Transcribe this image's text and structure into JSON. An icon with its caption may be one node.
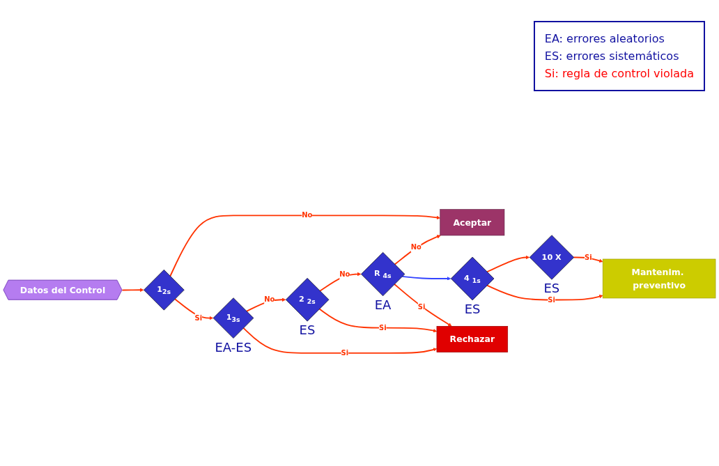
{
  "diagram": {
    "nodes": [
      {
        "text": [
          "Datos del Control"
        ]
      },
      {
        "text": [
          "1$_{2s}$"
        ]
      },
      {
        "text": [
          "Aceptar"
        ]
      },
      {
        "text": [
          "1$_{3s}$"
        ],
        "beside": [
          "EA-ES"
        ]
      },
      {
        "text": [
          "2 $_{2s}$"
        ],
        "beside": [
          "ES"
        ]
      },
      {
        "text": [
          "R $_{4s}$"
        ],
        "beside": [
          "EA"
        ]
      },
      {
        "text": [
          "4 $_{1s}$"
        ],
        "beside": [
          "ES"
        ]
      },
      {
        "text": [
          "10 X"
        ],
        "beside": [
          "ES"
        ]
      },
      {
        "text": [
          "Rechazar"
        ]
      },
      {
        "text": [
          "Mantenim. preventivo"
        ]
      }
    ],
    "edges": [
      {
        "from": 0,
        "to": 1,
        "arrow": "to"
      },
      {
        "from": 1,
        "to": 2,
        "arrow": "to",
        "label": "No"
      },
      {
        "from": 1,
        "to": 3,
        "arrow": "to",
        "label": "Si"
      },
      {
        "from": 3,
        "to": 4,
        "arrow": "to",
        "label": "No"
      },
      {
        "from": 4,
        "to": 5,
        "arrow": "to",
        "label": "No"
      },
      {
        "from": 5,
        "to": 2,
        "arrow": "to",
        "label": "No"
      },
      {
        "from": 5,
        "to": 6,
        "arrow": "to",
        "color": "#3344ff"
      },
      {
        "from": 6,
        "to": 7,
        "arrow": "to"
      },
      {
        "from": 3,
        "to": 8,
        "arrow": "to",
        "label": "Si"
      },
      {
        "from": 4,
        "to": 8,
        "arrow": "to",
        "label": "Si"
      },
      {
        "from": 5,
        "to": 8,
        "arrow": "to",
        "label": "Si"
      },
      {
        "from": 6,
        "to": 9,
        "arrow": "to",
        "label": "Si"
      },
      {
        "from": 7,
        "to": 9,
        "arrow": "to",
        "label": "Si"
      }
    ],
    "labels": [
      "EA: errores aleatorios",
      "ES: errores sistemáticos",
      "Si: regla de control violada"
    ]
  }
}
